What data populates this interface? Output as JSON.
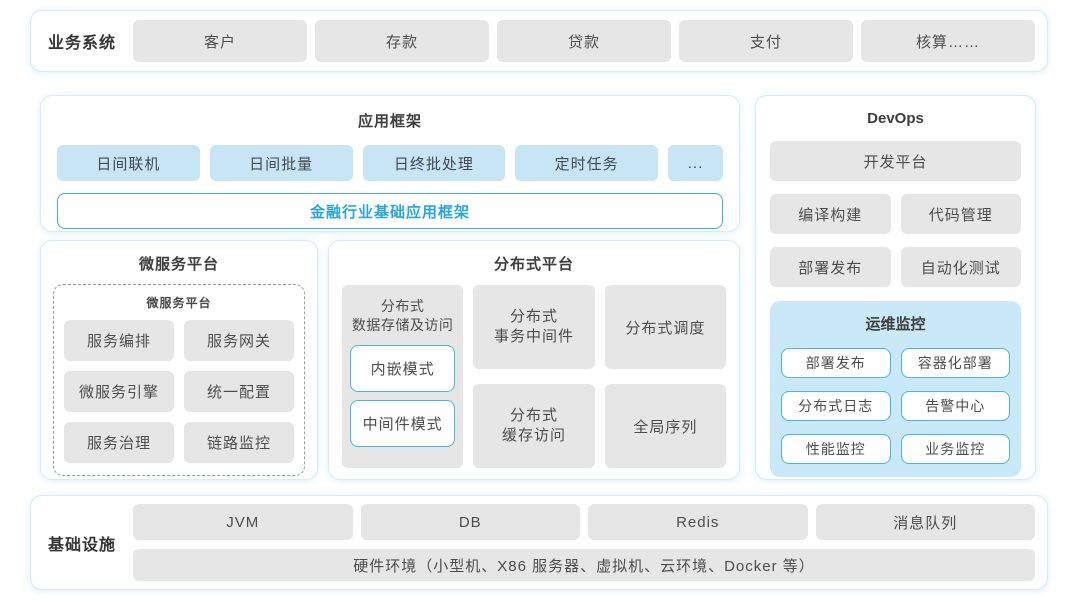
{
  "colors": {
    "panel_border": "#d5ebf5",
    "box_gray": "#e6e6e6",
    "box_light_blue": "#c7e5f5",
    "monitor_bg": "#c9e8f8",
    "accent_border": "#49b6e5",
    "accent_text": "#29a6da",
    "text": "#4d4d4d"
  },
  "business": {
    "label": "业务系统",
    "items": [
      "客户",
      "存款",
      "贷款",
      "支付",
      "核算……"
    ]
  },
  "app_framework": {
    "title": "应用框架",
    "items": [
      "日间联机",
      "日间批量",
      "日终批处理",
      "定时任务",
      "..."
    ],
    "base_label": "金融行业基础应用框架"
  },
  "devops": {
    "title": "DevOps",
    "dev_platform": "开发平台",
    "tools": [
      "编译构建",
      "代码管理",
      "部署发布",
      "自动化测试"
    ],
    "monitor": {
      "title": "运维监控",
      "items": [
        "部署发布",
        "容器化部署",
        "分布式日志",
        "告警中心",
        "性能监控",
        "业务监控"
      ]
    }
  },
  "microservice": {
    "title": "微服务平台",
    "inner_title": "微服务平台",
    "items": [
      "服务编排",
      "服务网关",
      "微服务引擎",
      "统一配置",
      "服务治理",
      "链路监控"
    ]
  },
  "distributed": {
    "title": "分布式平台",
    "storage": {
      "title": "分布式\n数据存储及访问",
      "modes": [
        "内嵌模式",
        "中间件模式"
      ]
    },
    "cells": [
      "分布式\n事务中间件",
      "分布式调度",
      "分布式\n缓存访问",
      "全局序列"
    ]
  },
  "infrastructure": {
    "label": "基础设施",
    "items": [
      "JVM",
      "DB",
      "Redis",
      "消息队列"
    ],
    "hardware": "硬件环境（小型机、X86 服务器、虚拟机、云环境、Docker 等）"
  }
}
